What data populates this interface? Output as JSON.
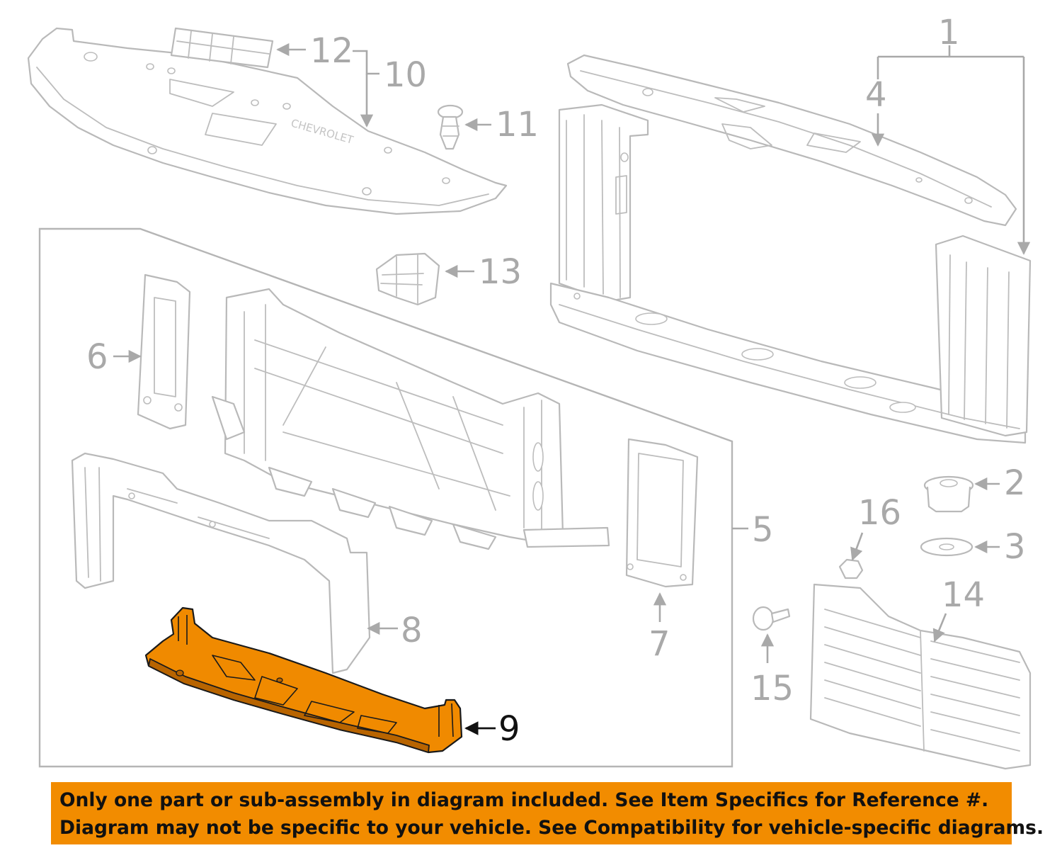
{
  "callouts": {
    "c1": "1",
    "c2": "2",
    "c3": "3",
    "c4": "4",
    "c5": "5",
    "c6": "6",
    "c7": "7",
    "c8": "8",
    "c9": "9",
    "c10": "10",
    "c11": "11",
    "c12": "12",
    "c13": "13",
    "c14": "14",
    "c15": "15",
    "c16": "16"
  },
  "highlighted_part": "9",
  "highlight_color": "#f08a00",
  "brand_emboss": "CHEVROLET",
  "banner": {
    "line1": "Only one part or sub-assembly in diagram included. See Item Specifics for Reference #.",
    "line2": "Diagram may not be specific to your vehicle. See Compatibility for vehicle-specific diagrams.",
    "background": "#f28c00"
  }
}
